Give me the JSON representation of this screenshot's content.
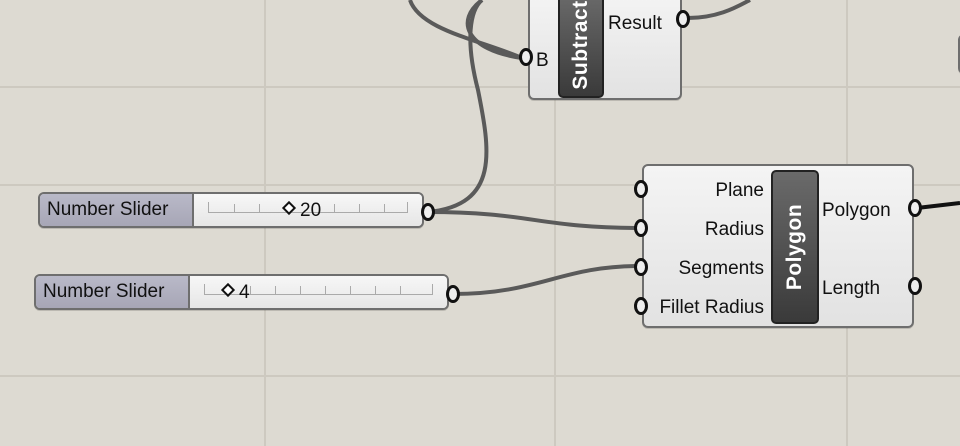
{
  "sliders": [
    {
      "name": "Number Slider",
      "value": "20"
    },
    {
      "name": "Number Slider",
      "value": "4"
    }
  ],
  "polygon": {
    "title": "Polygon",
    "inputs": [
      "Plane",
      "Radius",
      "Segments",
      "Fillet Radius"
    ],
    "outputs": [
      "Polygon",
      "Length"
    ]
  },
  "subtract": {
    "title": "Subtract",
    "inputs": [
      "B"
    ],
    "outputs": [
      "Result"
    ]
  },
  "colors": {
    "canvas": "#dddad2",
    "wire": "#5a5a5a",
    "component_label": "#3f3f3f",
    "slider_name": "#adadbc"
  }
}
